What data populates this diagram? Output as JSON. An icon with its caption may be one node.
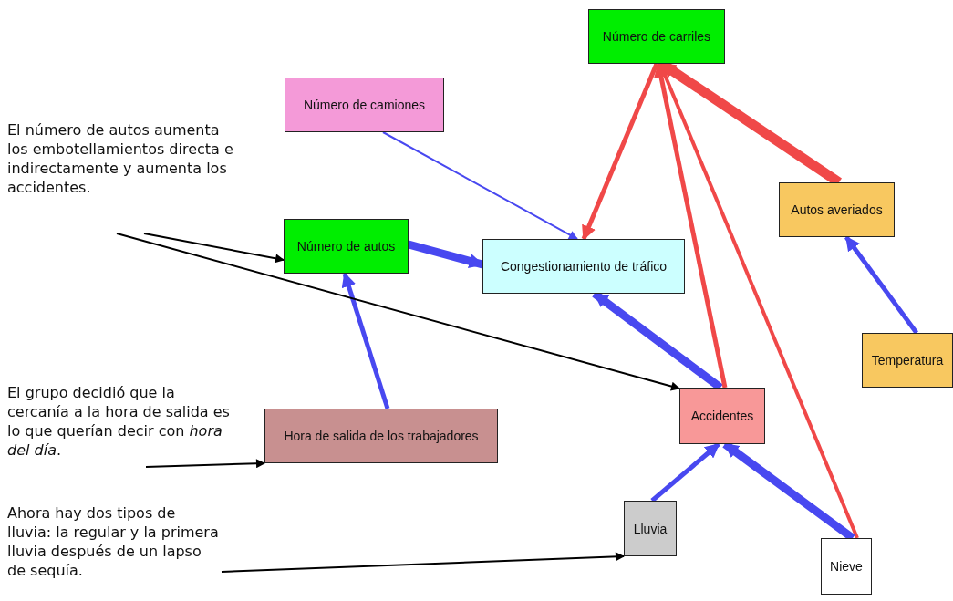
{
  "diagram": {
    "nodes": [
      {
        "text": [
          "Número de carriles"
        ]
      },
      {
        "text": [
          "Número de camiones"
        ]
      },
      {
        "text": [
          "El número de autos aumenta los embotellamientos directa e indirectamente y aumenta los accidentes."
        ]
      },
      {
        "text": [
          "Número de autos"
        ]
      },
      {
        "text": [
          "Congestionamiento de tráfico"
        ]
      },
      {
        "text": [
          "Autos averiados"
        ]
      },
      {
        "text": [
          "Temperatura"
        ]
      },
      {
        "text": [
          "El grupo decidió que la cercanía a la hora de salida es lo que querían decir con *hora del día*."
        ]
      },
      {
        "text": [
          "Hora de salida de los trabajadores"
        ]
      },
      {
        "text": [
          "Accidentes"
        ]
      },
      {
        "text": [
          "Ahora hay dos tipos de lluvia: la regular y la primera lluvia después de un lapso de sequía."
        ]
      },
      {
        "text": [
          "Lluvia"
        ]
      },
      {
        "text": [
          "Nieve"
        ]
      }
    ],
    "edges": [
      {
        "from": 1,
        "to": 4,
        "arrow": "to"
      },
      {
        "from": 3,
        "to": 4,
        "arrow": "to",
        "style": "thick"
      },
      {
        "from": 8,
        "to": 3,
        "arrow": "to"
      },
      {
        "from": 9,
        "to": 4,
        "arrow": "to",
        "style": "thick"
      },
      {
        "from": 0,
        "to": 4,
        "arrow": "to",
        "color": "#f04848"
      },
      {
        "from": 9,
        "to": 0,
        "arrow": "to",
        "color": "#f04848"
      },
      {
        "from": 12,
        "to": 0,
        "arrow": "to",
        "color": "#f04848"
      },
      {
        "from": 5,
        "to": 0,
        "arrow": "to",
        "style": "thick",
        "color": "#f04848"
      },
      {
        "from": 6,
        "to": 5,
        "arrow": "to"
      },
      {
        "from": 11,
        "to": 9,
        "arrow": "to"
      },
      {
        "from": 12,
        "to": 9,
        "arrow": "to",
        "style": "thick"
      },
      {
        "from": 2,
        "to": 3,
        "arrow": "to",
        "color": "#000000"
      },
      {
        "from": 2,
        "to": 9,
        "arrow": "to",
        "color": "#000000"
      },
      {
        "from": 7,
        "to": 8,
        "arrow": "to",
        "color": "#000000"
      },
      {
        "from": 10,
        "to": 11,
        "arrow": "to",
        "color": "#000000"
      }
    ]
  }
}
